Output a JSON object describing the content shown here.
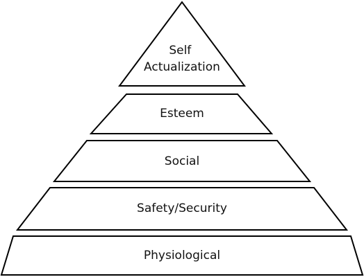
{
  "pyramid": {
    "levels": [
      {
        "label_lines": [
          "Self",
          "Actualization"
        ]
      },
      {
        "label_lines": [
          "Esteem"
        ]
      },
      {
        "label_lines": [
          "Social"
        ]
      },
      {
        "label_lines": [
          "Safety/Security"
        ]
      },
      {
        "label_lines": [
          "Physiological"
        ]
      }
    ],
    "stroke_color": "#000000",
    "fill_color": "#ffffff",
    "text_color": "#111111"
  }
}
